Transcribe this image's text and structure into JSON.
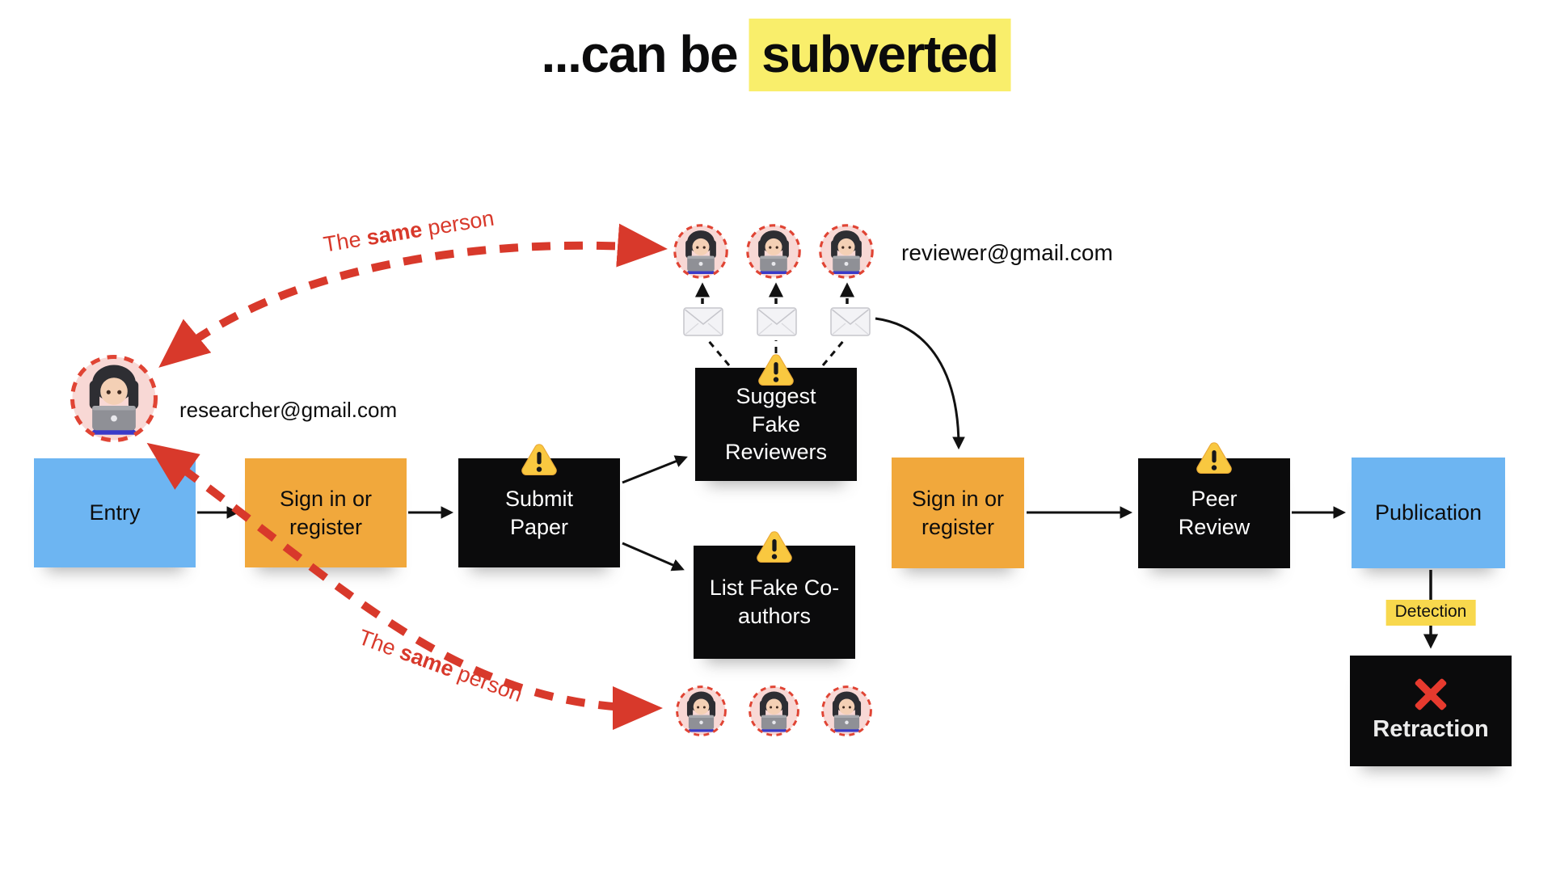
{
  "title": {
    "prefix": "...can be",
    "highlighted": "subverted"
  },
  "emails": {
    "researcher": "researcher@gmail.com",
    "reviewer": "reviewer@gmail.com"
  },
  "same_person_label": {
    "w1": "The",
    "w2": "same",
    "w3": "person"
  },
  "flow": {
    "entry": "Entry",
    "sign_in_register_1": "Sign in or register",
    "submit_paper": "Submit Paper",
    "suggest_fake_reviewers": "Suggest Fake Reviewers",
    "list_fake_coauthors": "List Fake Co-authors",
    "sign_in_register_2": "Sign in or register",
    "peer_review": "Peer Review",
    "publication": "Publication",
    "detection": "Detection",
    "retraction": "Retraction"
  },
  "people": {
    "researcher": {
      "icon": "woman-technologist-emoji",
      "count": 1
    },
    "fake_reviewers": {
      "icon": "woman-technologist-emoji",
      "count": 3
    },
    "fake_coauthors": {
      "icon": "woman-technologist-emoji",
      "count": 3
    }
  },
  "envelopes": {
    "icon": "envelope-emoji",
    "count": 3
  },
  "icons": {
    "warning": "warning-triangle-emoji",
    "retraction_cross": "red-cross-mark-emoji"
  },
  "colors": {
    "stage_blue": "#6db5f2",
    "action_orange": "#f1a83c",
    "risk_black": "#0b0b0c",
    "title_highlight": "#f9ee6b",
    "detection_yellow": "#f8d84d",
    "alert_red": "#d8392b"
  }
}
